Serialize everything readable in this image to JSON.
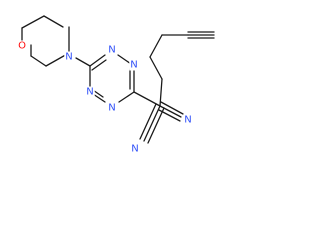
{
  "molecule": {
    "atom_labels": {
      "morpholine_o": "O",
      "morpholine_n": "N",
      "tetrazine_n1": "N",
      "tetrazine_n2": "N",
      "tetrazine_n3": "N",
      "tetrazine_n4": "N",
      "nitrile_n_right": "N",
      "nitrile_n_left": "N"
    },
    "colors": {
      "bond": "#1a1a1a",
      "oxygen": "#ff0d0d",
      "nitrogen": "#3050f8"
    }
  }
}
